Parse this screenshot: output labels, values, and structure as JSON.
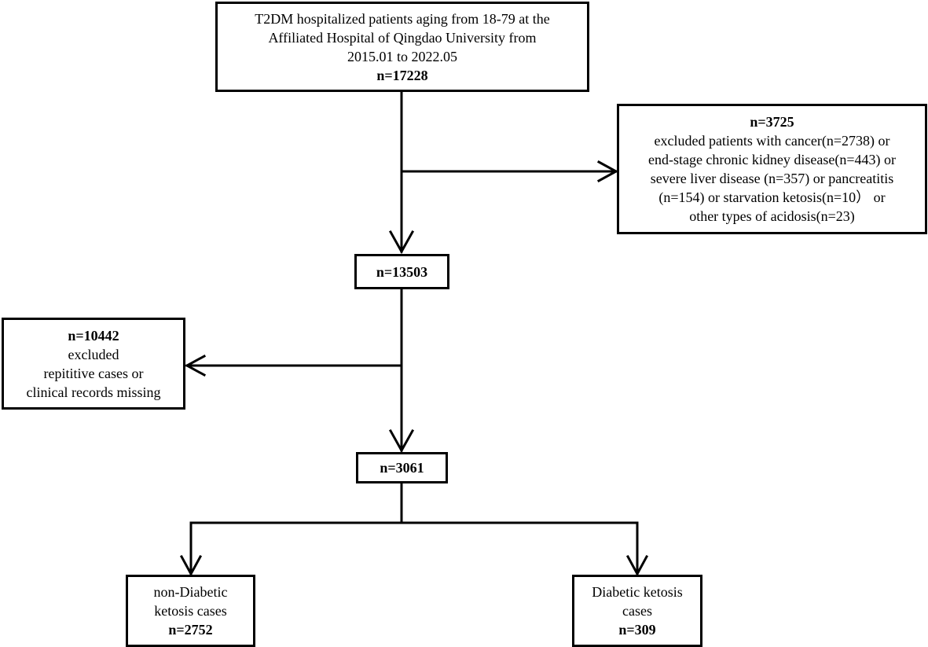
{
  "nodes": {
    "top": {
      "lines": [
        "T2DM hospitalized patients  aging from 18-79 at the",
        "Affiliated Hospital of Qingdao University from",
        "2015.01 to 2022.05"
      ],
      "count": "n=17228"
    },
    "exclude1": {
      "count": "n=3725",
      "lines": [
        "excluded patients with cancer(n=2738) or",
        "end-stage chronic kidney disease(n=443) or",
        "severe liver disease (n=357) or pancreatitis",
        "(n=154) or starvation ketosis(n=10） or",
        "other types of acidosis(n=23)"
      ]
    },
    "mid1": {
      "count": "n=13503"
    },
    "exclude2": {
      "count": "n=10442",
      "lines": [
        "excluded",
        "repititive cases or",
        "clinical records missing"
      ]
    },
    "mid2": {
      "count": "n=3061"
    },
    "left_leaf": {
      "lines": [
        "non-Diabetic",
        "ketosis cases"
      ],
      "count": "n=2752"
    },
    "right_leaf": {
      "lines": [
        "Diabetic ketosis",
        "cases"
      ],
      "count": "n=309"
    }
  }
}
